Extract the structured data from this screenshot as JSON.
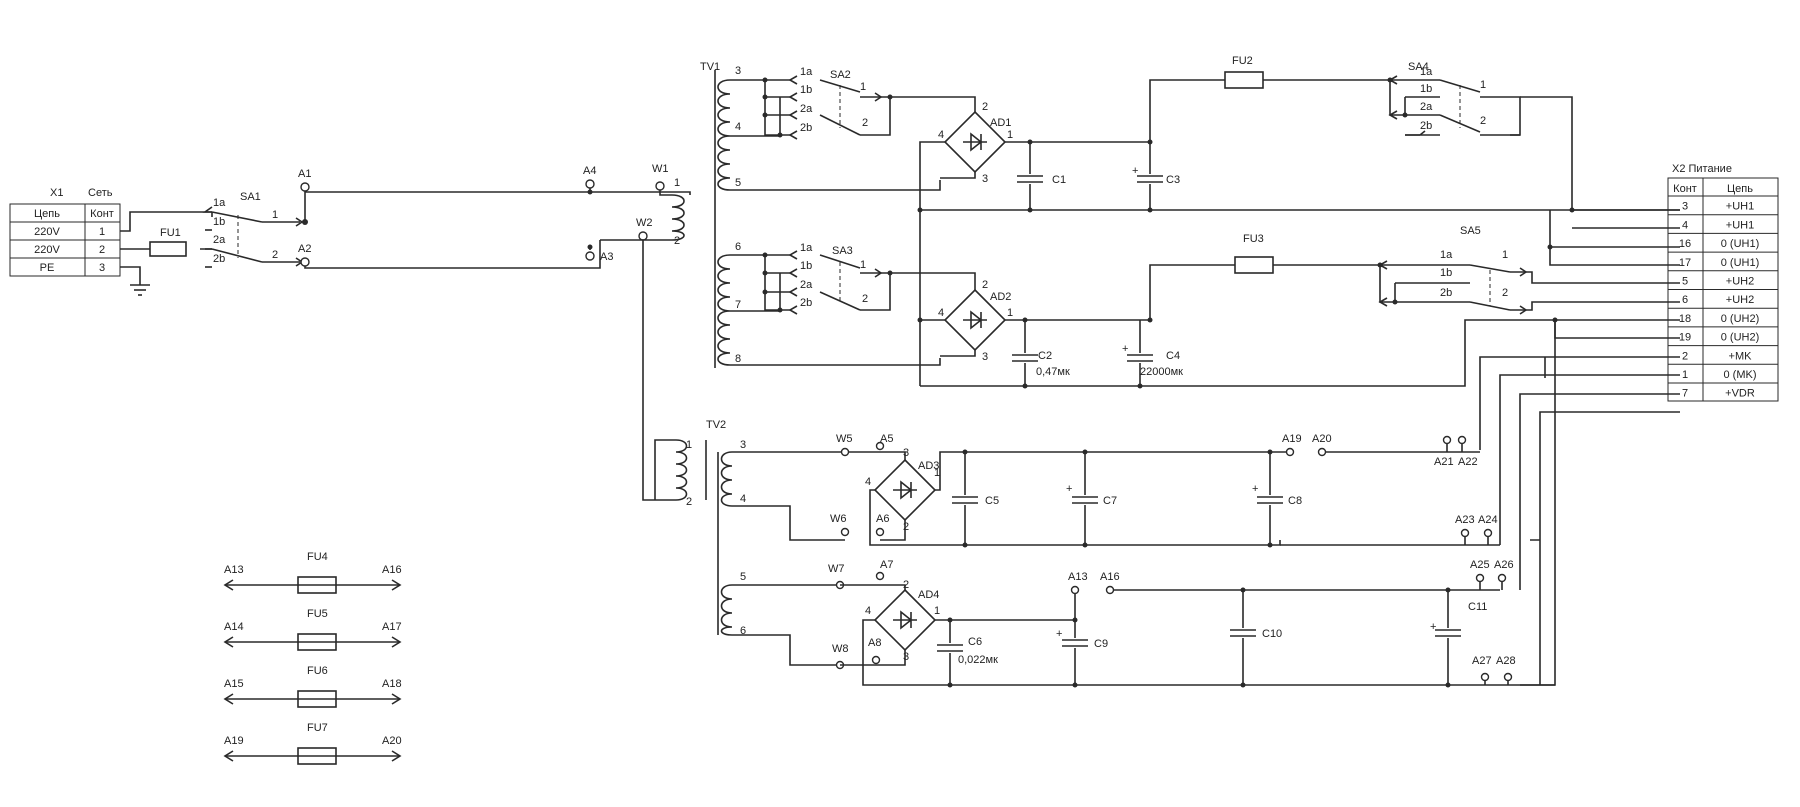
{
  "x1": {
    "title": "X1",
    "subtitle": "Сеть",
    "col_circuit": "Цепь",
    "col_contact": "Конт",
    "rows": [
      {
        "circuit": "220V",
        "contact": "1"
      },
      {
        "circuit": "220V",
        "contact": "2"
      },
      {
        "circuit": "PE",
        "contact": "3"
      }
    ]
  },
  "x2": {
    "title": "X2 Питание",
    "col_contact": "Конт",
    "col_circuit": "Цепь",
    "rows": [
      {
        "contact": "3",
        "circuit": "+UH1"
      },
      {
        "contact": "4",
        "circuit": "+UH1"
      },
      {
        "contact": "16",
        "circuit": "0 (UH1)"
      },
      {
        "contact": "17",
        "circuit": "0 (UH1)"
      },
      {
        "contact": "5",
        "circuit": "+UH2"
      },
      {
        "contact": "6",
        "circuit": "+UH2"
      },
      {
        "contact": "18",
        "circuit": "0 (UH2)"
      },
      {
        "contact": "19",
        "circuit": "0 (UH2)"
      },
      {
        "contact": "2",
        "circuit": "+MK"
      },
      {
        "contact": "1",
        "circuit": "0 (MK)"
      },
      {
        "contact": "7",
        "circuit": "+VDR"
      }
    ]
  },
  "switches": {
    "sa1": {
      "name": "SA1",
      "c1a": "1a",
      "c1b": "1b",
      "c2a": "2a",
      "c2b": "2b",
      "o1": "1",
      "o2": "2"
    },
    "sa2": {
      "name": "SA2",
      "c1a": "1a",
      "c1b": "1b",
      "c2a": "2a",
      "c2b": "2b",
      "o1": "1",
      "o2": "2"
    },
    "sa3": {
      "name": "SA3",
      "c1a": "1a",
      "c1b": "1b",
      "c2a": "2a",
      "c2b": "2b",
      "o1": "1",
      "o2": "2"
    },
    "sa4": {
      "name": "SA4",
      "c1a": "1a",
      "c1b": "1b",
      "c2a": "2a",
      "c2b": "2b",
      "o1": "1",
      "o2": "2"
    },
    "sa5": {
      "name": "SA5",
      "c1a": "1a",
      "c1b": "1b",
      "c2a": "2a",
      "c2b": "2b",
      "o1": "1",
      "o2": "2"
    }
  },
  "transformers": {
    "tv1": {
      "name": "TV1",
      "p3": "3",
      "p4": "4",
      "p5": "5",
      "p6": "6",
      "p7": "7",
      "p8": "8"
    },
    "tv2": {
      "name": "TV2",
      "pri1": "1",
      "pri2": "2",
      "p3": "3",
      "p4": "4",
      "p5": "5",
      "p6": "6"
    }
  },
  "bridges": {
    "ad1": {
      "name": "AD1",
      "p1": "1",
      "p2": "2",
      "p3": "3",
      "p4": "4"
    },
    "ad2": {
      "name": "AD2",
      "p1": "1",
      "p2": "2",
      "p3": "3",
      "p4": "4"
    },
    "ad3": {
      "name": "AD3",
      "p1": "1",
      "p2": "2",
      "p3": "3",
      "p4": "4"
    },
    "ad4": {
      "name": "AD4",
      "p1": "1",
      "p2": "2",
      "p3": "3",
      "p4": "4"
    }
  },
  "fuses": {
    "fu1": "FU1",
    "fu2": "FU2",
    "fu3": "FU3"
  },
  "capacitors": {
    "c1": "C1",
    "c2": "C2",
    "c2_value": "0,47мк",
    "c3": "C3",
    "c4": "C4",
    "c4_value": "22000мк",
    "c5": "C5",
    "c6": "C6",
    "c6_value": "0,022мк",
    "c7": "C7",
    "c8": "C8",
    "c9": "C9",
    "c10": "C10",
    "c11": "C11"
  },
  "points": {
    "a1": "A1",
    "a2": "A2",
    "a3": "A3",
    "a4": "A4",
    "a5": "A5",
    "a6": "A6",
    "a7": "A7",
    "a8": "A8",
    "a13": "A13",
    "a16": "A16",
    "a19": "A19",
    "a20": "A20",
    "a21": "A21",
    "a22": "A22",
    "a23": "A23",
    "a24": "A24",
    "a25": "A25",
    "a26": "A26",
    "a27": "A27",
    "a28": "A28",
    "w1": "W1",
    "w2": "W2",
    "w5": "W5",
    "w6": "W6",
    "w7": "W7",
    "w8": "W8",
    "w1_pin": "1",
    "w2_pin": "2"
  },
  "legend": [
    {
      "from": "A13",
      "fuse": "FU4",
      "to": "A16"
    },
    {
      "from": "A14",
      "fuse": "FU5",
      "to": "A17"
    },
    {
      "from": "A15",
      "fuse": "FU6",
      "to": "A18"
    },
    {
      "from": "A19",
      "fuse": "FU7",
      "to": "A20"
    }
  ]
}
